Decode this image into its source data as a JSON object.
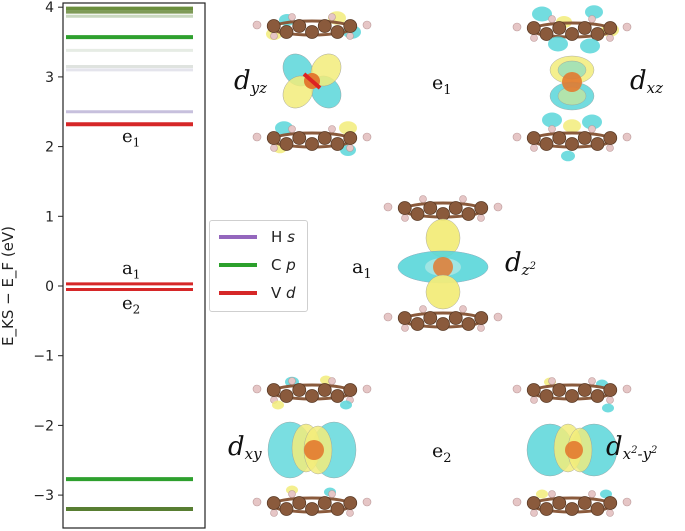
{
  "chart_data": {
    "type": "energy-level diagram",
    "ylabel": "E_KS − E_F (eV)",
    "ylim": [
      -3.45,
      4.1
    ],
    "yticks": [
      -3,
      -2,
      -1,
      0,
      1,
      2,
      3,
      4
    ],
    "ytick_labels": [
      "−3",
      "−2",
      "−1",
      "0",
      "1",
      "2",
      "3",
      "4"
    ],
    "levels": [
      {
        "energy": 3.98,
        "character": "C p",
        "color": "#6b8f3e",
        "width": 4
      },
      {
        "energy": 3.93,
        "character": "C p",
        "color": "#7f9b58",
        "width": 3
      },
      {
        "energy": 3.87,
        "character": "C p",
        "color": "#c9d8bf",
        "width": 3
      },
      {
        "energy": 3.57,
        "character": "C p",
        "color": "#2ea02e",
        "width": 4
      },
      {
        "energy": 3.38,
        "character": "C p",
        "color": "#e6ece4",
        "width": 3
      },
      {
        "energy": 3.15,
        "character": "mixed",
        "color": "#dfe3df",
        "width": 3
      },
      {
        "energy": 3.1,
        "character": "mixed",
        "color": "#e4e4ec",
        "width": 3
      },
      {
        "energy": 2.5,
        "character": "H s",
        "color": "#c7c0dd",
        "width": 3
      },
      {
        "energy": 2.32,
        "character": "V d",
        "color": "#d62728",
        "width": 4
      },
      {
        "energy": 0.03,
        "character": "V d",
        "color": "#d62728",
        "width": 3
      },
      {
        "energy": -0.05,
        "character": "V d",
        "color": "#d62728",
        "width": 3
      },
      {
        "energy": -2.77,
        "character": "C p",
        "color": "#2ea02e",
        "width": 4
      },
      {
        "energy": -3.2,
        "character": "C p",
        "color": "#587e32",
        "width": 4
      }
    ],
    "level_labels": [
      {
        "text": "e",
        "sub": "1",
        "energy": 2.32
      },
      {
        "text": "a",
        "sub": "1",
        "energy": 0.03
      },
      {
        "text": "e",
        "sub": "2",
        "energy": -0.05
      }
    ],
    "legend": {
      "placement": "right of axes",
      "entries": [
        {
          "label": "H",
          "sub": "s",
          "color": "#9467bd"
        },
        {
          "label": "C",
          "sub": "p",
          "color": "#2ca02c"
        },
        {
          "label": "V",
          "sub": "d",
          "color": "#d62728"
        }
      ]
    }
  },
  "orbitals": {
    "dyz": {
      "base": "d",
      "sub": "yz"
    },
    "dxz": {
      "base": "d",
      "sub": "xz"
    },
    "dz2": {
      "base": "d",
      "sub": "z",
      "subsup": "2"
    },
    "dxy": {
      "base": "d",
      "sub": "xy"
    },
    "dx2y2": {
      "base": "d",
      "sub": "x",
      "subsup": "2",
      "sub2": "-y",
      "subsup2": "2"
    }
  },
  "symmetry_labels": {
    "e1": {
      "text": "e",
      "sub": "1"
    },
    "a1": {
      "text": "a",
      "sub": "1"
    },
    "e2": {
      "text": "e",
      "sub": "2"
    }
  },
  "colors": {
    "lobe_yellow": "#f2ec7a",
    "lobe_cyan": "#59d6d9",
    "carbon": "#8a5a3c",
    "hydrogen": "#e6c6c6",
    "vanadium": "#e27a30"
  }
}
